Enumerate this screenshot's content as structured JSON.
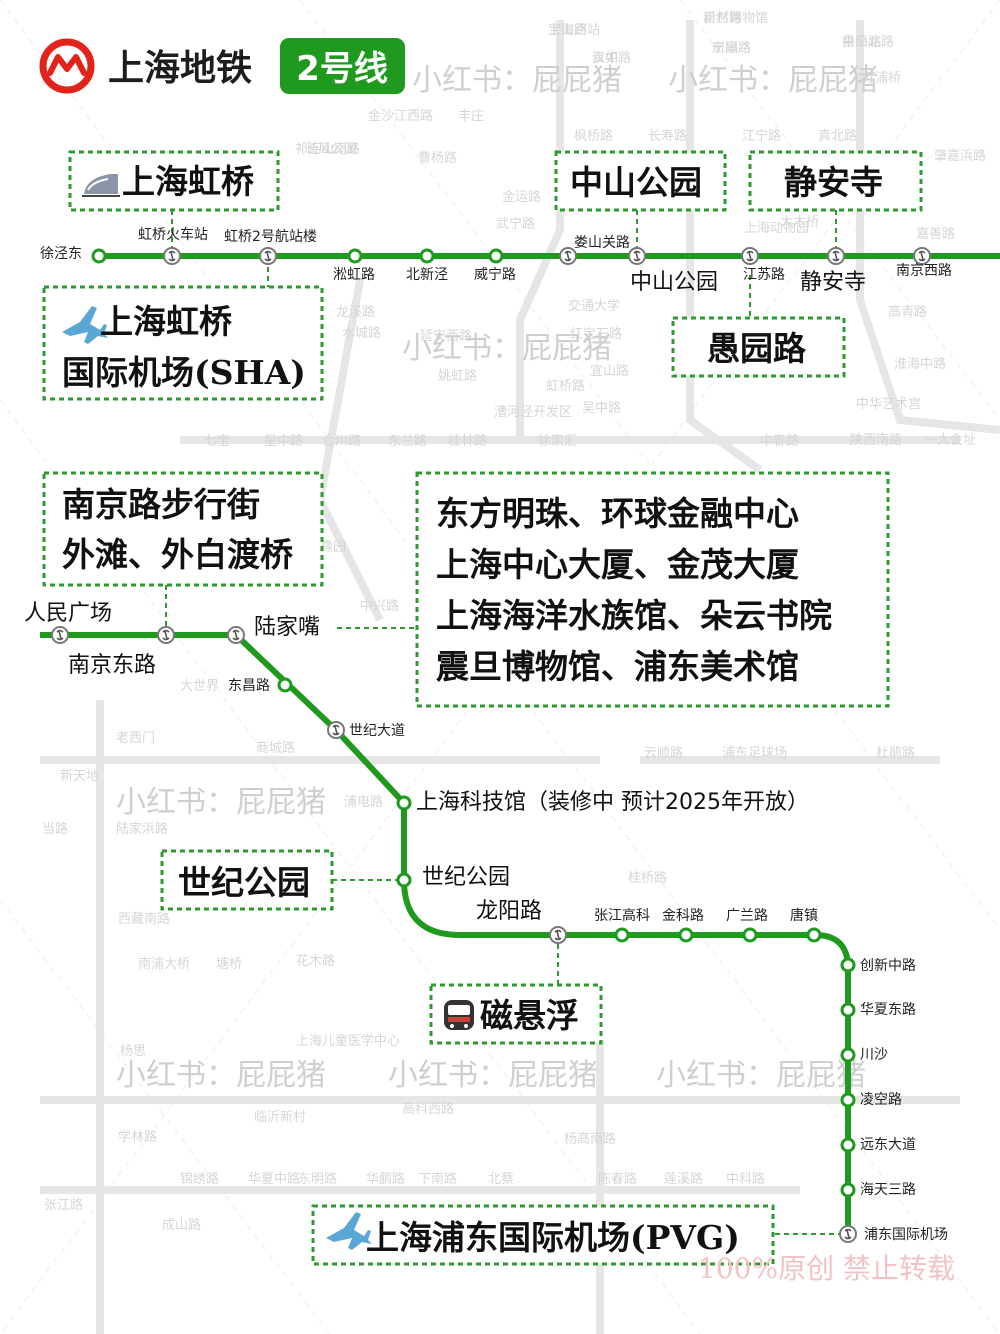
{
  "header": {
    "brand": "上海地铁",
    "line_badge": "2号线",
    "brand_color": "#e2231a",
    "line_color": "#1f9a1f"
  },
  "watermarks": {
    "text": "小红书：屁屁猪",
    "copyright": "100%原创 禁止转载"
  },
  "stations": {
    "xujingdong": "徐泾东",
    "hongqiao_rail": "虹桥火车站",
    "hongqiao_t2": "虹桥2号航站楼",
    "songhong": "淞虹路",
    "beixinjing": "北新泾",
    "weining": "威宁路",
    "loushanguan": "娄山关路",
    "zhongshan_park": "中山公园",
    "jiangsu_rd": "江苏路",
    "jingan_temple": "静安寺",
    "nanjing_w": "南京西路",
    "peoples_square": "人民广场",
    "nanjing_e": "南京东路",
    "lujiazui": "陆家嘴",
    "dongchang": "东昌路",
    "century_ave": "世纪大道",
    "sci_tech_museum": "上海科技馆（装修中 预计2025年开放）",
    "century_park": "世纪公园",
    "longyang": "龙阳路",
    "zhangjiang": "张江高科",
    "jinke": "金科路",
    "guanglan": "广兰路",
    "tangzhen": "唐镇",
    "chuangxin_m": "创新中路",
    "huaxia_e": "华夏东路",
    "chuansha": "川沙",
    "lingkong": "凌空路",
    "yuandong": "远东大道",
    "haitian3": "海天三路",
    "pudong_airport": "浦东国际机场"
  },
  "callouts": {
    "hongqiao_station": "上海虹桥",
    "sha_line1": "上海虹桥",
    "sha_line2": "国际机场(SHA)",
    "zhongshan": "中山公园",
    "jingan": "静安寺",
    "yuyuan": "愚园路",
    "bund_line1": "南京路步行街",
    "bund_line2": "外滩、外白渡桥",
    "lujiazui_line1": "东方明珠、环球金融中心",
    "lujiazui_line2": "上海中心大厦、金茂大厦",
    "lujiazui_line3": "上海海洋水族馆、朵云书院",
    "lujiazui_line4": "震旦博物馆、浦东美术馆",
    "century_park": "世纪公园",
    "maglev": "磁悬浮",
    "pvg": "上海浦东国际机场(PVG)"
  },
  "icons": {
    "brand_logo": "shanghai-metro-logo",
    "train": "high-speed-train-icon",
    "plane": "airplane-icon",
    "maglev": "maglev-train-icon",
    "interchange": "interchange-station-icon"
  },
  "background_labels": [
    "上海西站",
    "新村路",
    "真如",
    "中山北路",
    "岚皋路",
    "金沙江西路",
    "丰庄",
    "祁连山南路",
    "曹杨路",
    "枫桥路",
    "长寿路",
    "江宁路",
    "真北路",
    "金运路",
    "长风公园",
    "武宁路",
    "上海动物园",
    "龙溪路",
    "水城路",
    "延安西路",
    "交通大学",
    "红宝石路",
    "姚虹路",
    "虹桥路",
    "宜山路",
    "吴中路",
    "漕河泾开发区",
    "桂林路",
    "徐家汇",
    "中春路",
    "七宝",
    "星中路",
    "合川路",
    "东兰路",
    "豫园",
    "大世界",
    "新天地",
    "老西门",
    "商城路",
    "浦电路",
    "陆家浜路",
    "当路",
    "西藏南路",
    "南浦大桥",
    "塘桥",
    "云顺路",
    "浦东足球场",
    "杜鹃路",
    "桂桥路",
    "花木路",
    "上海儿童医学中心",
    "临沂新村",
    "高科西路",
    "杨高南路",
    "锦绣路",
    "华夏中路",
    "东明路",
    "华鹏路",
    "下南路",
    "北蔡",
    "陈春路",
    "莲溪路",
    "中科路",
    "学林路",
    "张江路",
    "成山路",
    "杨思",
    "高青路",
    "中华艺术宫",
    "淮海中路",
    "陕西南路",
    "一大会址",
    "打浦桥",
    "嘉善路",
    "肇嘉浜路",
    "大木桥",
    "中兴路",
    "宝山路",
    "自然博物馆",
    "汉中路",
    "昌平路",
    "宁国路"
  ]
}
